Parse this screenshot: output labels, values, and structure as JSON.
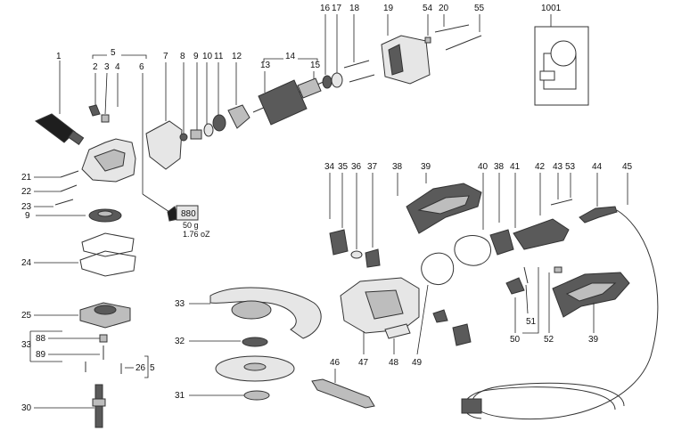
{
  "labels": {
    "p1": "1",
    "p2": "2",
    "p3": "3",
    "p4": "4",
    "p5": "5",
    "p5b": "5",
    "p6": "6",
    "p7": "7",
    "p8": "8",
    "p9a": "9",
    "p9b": "9",
    "p10": "10",
    "p11": "11",
    "p12": "12",
    "p13": "13",
    "p14": "14",
    "p15": "15",
    "p16": "16",
    "p17": "17",
    "p18": "18",
    "p19": "19",
    "p20": "20",
    "p21": "21",
    "p22": "22",
    "p23": "23",
    "p24": "24",
    "p25": "25",
    "p26": "26",
    "p30": "30",
    "p31": "31",
    "p32": "32",
    "p33a": "33",
    "p33b": "33",
    "p34": "34",
    "p35": "35",
    "p36": "36",
    "p37": "37",
    "p38a": "38",
    "p38b": "38",
    "p39a": "39",
    "p39b": "39",
    "p40": "40",
    "p41": "41",
    "p42": "42",
    "p43": "43",
    "p44": "44",
    "p45": "45",
    "p46": "46",
    "p47": "47",
    "p48": "48",
    "p49": "49",
    "p50": "50",
    "p51": "51",
    "p52": "52",
    "p53": "53",
    "p54": "54",
    "p55": "55",
    "p88": "88",
    "p89": "89",
    "p1001": "1001"
  },
  "grease": {
    "code": "880",
    "weight_g": "50 g",
    "weight_oz": "1.76 oZ"
  }
}
